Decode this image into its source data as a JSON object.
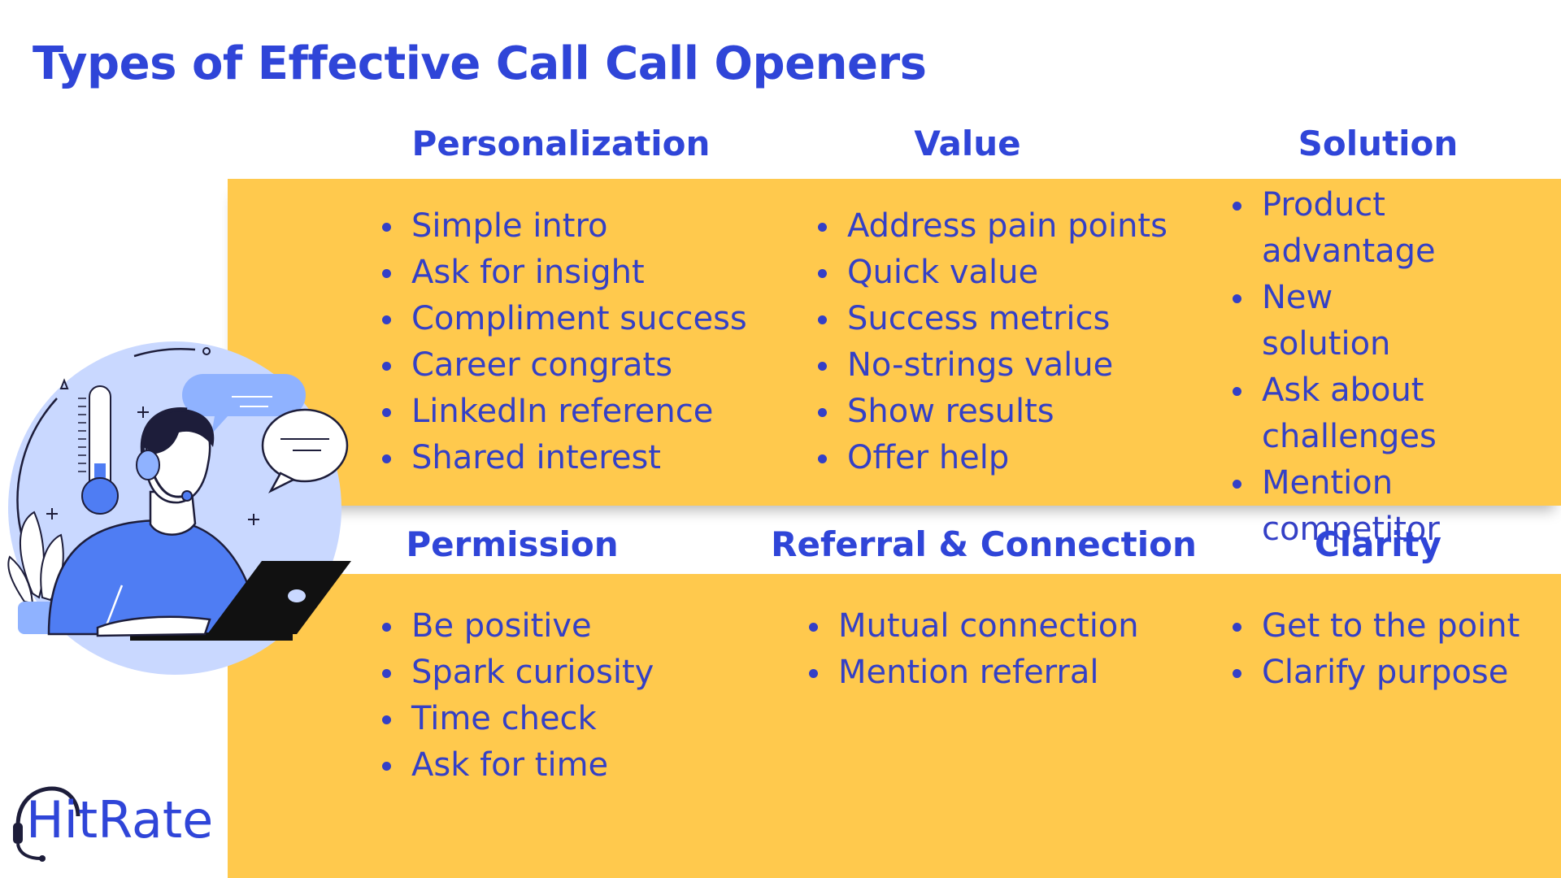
{
  "title": "Types of Effective Call Call Openers",
  "columns": [
    {
      "heading": "Personalization",
      "items": [
        "Simple intro",
        "Ask for insight",
        "Compliment success",
        "Career congrats",
        "LinkedIn reference",
        "Shared interest"
      ]
    },
    {
      "heading": "Value",
      "items": [
        "Address pain points",
        "Quick value",
        "Success metrics",
        "No-strings value",
        "Show results",
        "Offer help"
      ]
    },
    {
      "heading": "Solution",
      "items": [
        "Product advantage",
        "New solution",
        "Ask about challenges",
        "Mention competitor"
      ]
    },
    {
      "heading": "Permission",
      "items": [
        "Be positive",
        "Spark curiosity",
        "Time check",
        "Ask for time"
      ]
    },
    {
      "heading": "Referral & Connection",
      "items": [
        "Mutual connection",
        "Mention referral"
      ]
    },
    {
      "heading": "Clarity",
      "items": [
        "Get to the point",
        "Clarify purpose"
      ]
    }
  ],
  "logo": {
    "text": "HitRate"
  },
  "colors": {
    "accent": "#2f45d8",
    "text": "#3440c6",
    "band": "#ffc94d",
    "illustration_bg": "#c9d8ff",
    "illustration_shirt": "#4f7df3"
  }
}
